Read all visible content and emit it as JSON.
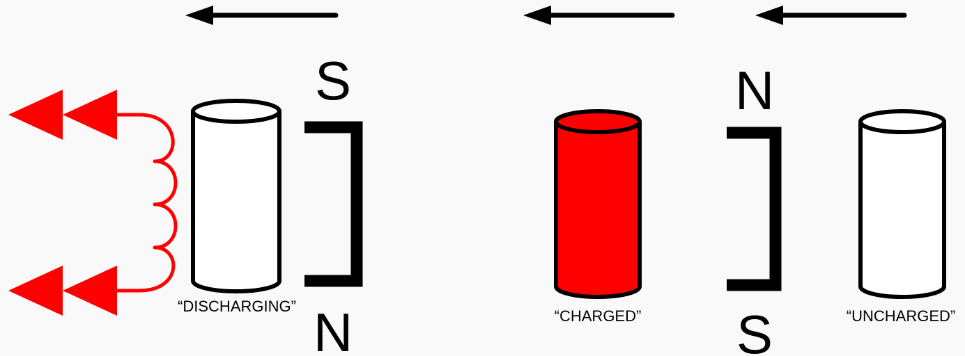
{
  "colors": {
    "background": "#f9f9f9",
    "stroke": "#000000",
    "charge": "#ff0000",
    "empty_fill": "#ffffff"
  },
  "motion_arrows": [
    {
      "id": "left",
      "icon": "arrow-left-icon",
      "direction": "left"
    },
    {
      "id": "middle",
      "icon": "arrow-left-icon",
      "direction": "left"
    },
    {
      "id": "right",
      "icon": "arrow-left-icon",
      "direction": "left"
    }
  ],
  "magnets": {
    "left": {
      "top_pole": "S",
      "bottom_pole": "N"
    },
    "right": {
      "top_pole": "N",
      "bottom_pole": "S"
    }
  },
  "cylinders": {
    "discharging": {
      "label": "“DISCHARGING”",
      "state": "discharging"
    },
    "charged": {
      "label": "“CHARGED”",
      "state": "charged"
    },
    "uncharged": {
      "label": "“UNCHARGED”",
      "state": "uncharged"
    }
  },
  "output": {
    "coil_icon": "coil-icon",
    "arrow_icon": "double-arrow-left-icon"
  }
}
